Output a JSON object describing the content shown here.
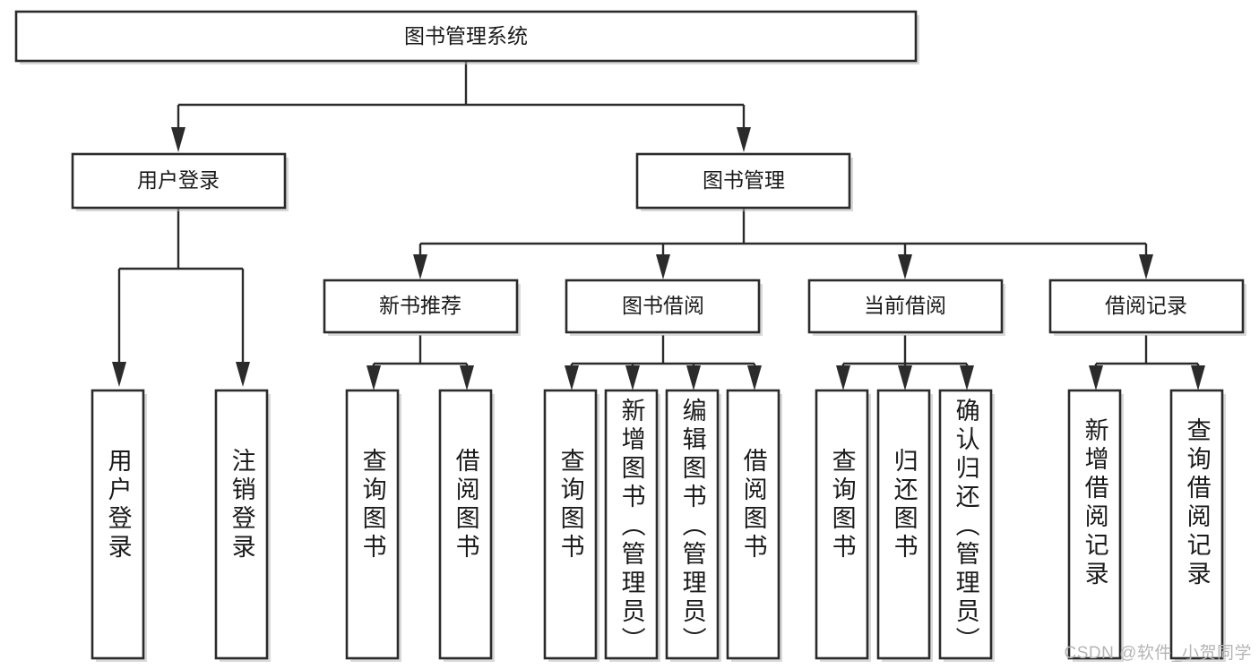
{
  "diagram": {
    "title": "图书管理系统",
    "type": "tree-hierarchy-chart",
    "root": {
      "label": "图书管理系统"
    },
    "level2": [
      {
        "label": "用户登录"
      },
      {
        "label": "图书管理"
      }
    ],
    "level3": [
      {
        "label": "新书推荐"
      },
      {
        "label": "图书借阅"
      },
      {
        "label": "当前借阅"
      },
      {
        "label": "借阅记录"
      }
    ],
    "leaves": {
      "user_login": [
        {
          "label": "用户登录"
        },
        {
          "label": "注销登录"
        }
      ],
      "new_book_recommend": [
        {
          "label": "查询图书"
        },
        {
          "label": "借阅图书"
        }
      ],
      "book_borrow": [
        {
          "label": "查询图书"
        },
        {
          "label": "新增图书（管理员）"
        },
        {
          "label": "编辑图书（管理员）"
        },
        {
          "label": "借阅图书"
        }
      ],
      "current_borrow": [
        {
          "label": "查询图书"
        },
        {
          "label": "归还图书"
        },
        {
          "label": "确认归还（管理员）"
        }
      ],
      "borrow_record": [
        {
          "label": "新增借阅记录"
        },
        {
          "label": "查询借阅记录"
        }
      ]
    }
  },
  "watermark": {
    "text": "CSDN @软件_小贺同学"
  },
  "colors": {
    "box_stroke": "#2b2b2b",
    "box_fill": "#ffffff",
    "connector": "#2b2b2b",
    "text": "#1a1a1a",
    "watermark": "#b5b5b5",
    "background": "#ffffff"
  }
}
